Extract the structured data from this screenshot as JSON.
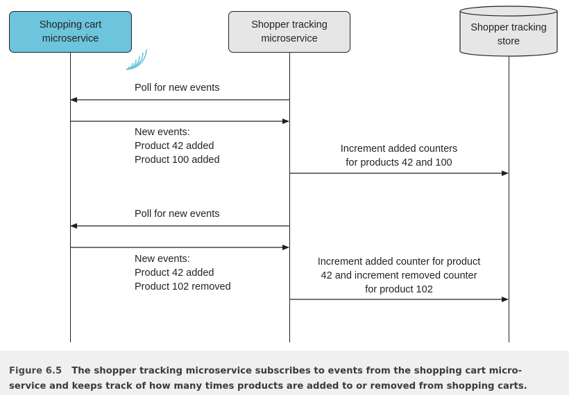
{
  "actors": {
    "cart": [
      "Shopping cart",
      "microservice"
    ],
    "tracking": [
      "Shopper tracking",
      "microservice"
    ],
    "store": [
      "Shopper tracking",
      "store"
    ]
  },
  "messages": {
    "poll_1": "Poll for new events",
    "events_1": [
      "New events:",
      "Product 42 added",
      "Product 100 added"
    ],
    "increment_1": [
      "Increment added counters",
      "for products 42 and 100"
    ],
    "poll_2": "Poll for new events",
    "events_2": [
      "New events:",
      "Product 42 added",
      "Product 102 removed"
    ],
    "increment_2": [
      "Increment added counter for product",
      "42 and increment removed counter",
      "for product 102"
    ]
  },
  "caption": {
    "figure_label": "Figure 6.5",
    "line_1": "The shopper tracking microservice subscribes to events from the shopping cart micro-",
    "line_2": "service and keeps track of how many times products are added to or removed from shopping carts."
  },
  "colors": {
    "cart_box": "#6cc5dc",
    "tracking_box": "#e6e6e6",
    "store_box": "#e6e6e6",
    "caption_bg": "#f0f0f0"
  }
}
